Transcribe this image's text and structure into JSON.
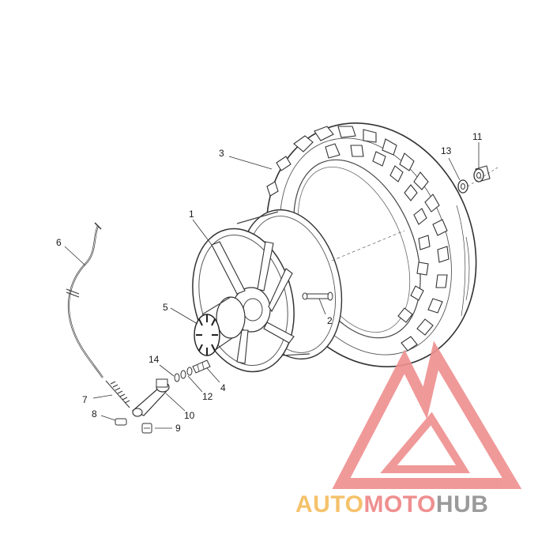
{
  "callouts": {
    "c1": "1",
    "c2": "2",
    "c3": "3",
    "c4": "4",
    "c5": "5",
    "c6": "6",
    "c7": "7",
    "c8": "8",
    "c9": "9",
    "c10": "10",
    "c11": "11",
    "c12": "12",
    "c13": "13",
    "c14": "14"
  },
  "watermark": {
    "part1": "AUTO",
    "part2": "MOTO",
    "part3": "HUB",
    "colors": {
      "part1": "#f5c26b",
      "part2": "#ef8f8f",
      "part3": "#9a9a9a",
      "logo": "#ef8f8f"
    }
  }
}
